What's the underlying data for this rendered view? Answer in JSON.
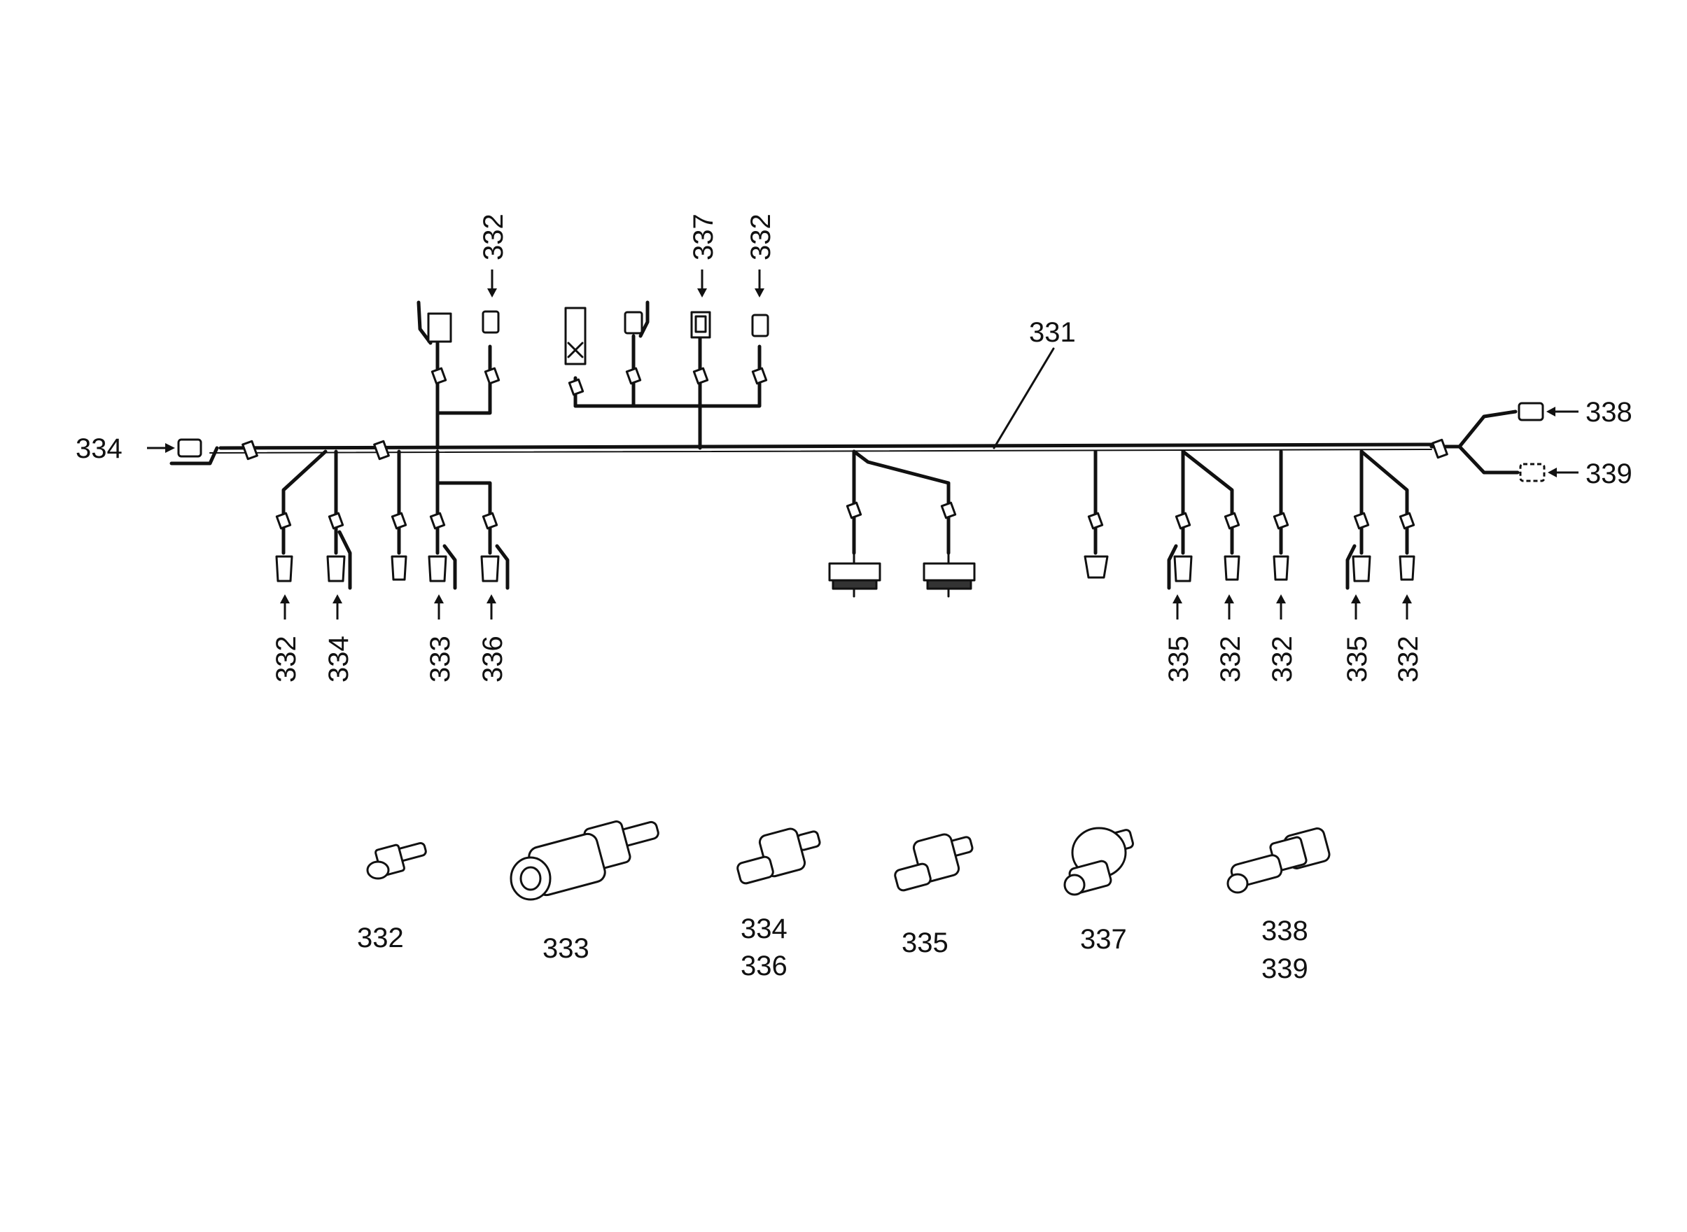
{
  "harness": {
    "main": "331",
    "top": [
      {
        "key": "t1",
        "label": "332"
      },
      {
        "key": "t2",
        "label": "337"
      },
      {
        "key": "t3",
        "label": "332"
      }
    ],
    "left": {
      "label": "334"
    },
    "right": [
      {
        "key": "r1",
        "label": "338"
      },
      {
        "key": "r2",
        "label": "339"
      }
    ],
    "bottom": [
      {
        "key": "b1",
        "label": "332"
      },
      {
        "key": "b2",
        "label": "334"
      },
      {
        "key": "b3",
        "label": "333"
      },
      {
        "key": "b4",
        "label": "336"
      },
      {
        "key": "b5",
        "label": "335"
      },
      {
        "key": "b6",
        "label": "332"
      },
      {
        "key": "b7",
        "label": "332"
      },
      {
        "key": "b8",
        "label": "335"
      },
      {
        "key": "b9",
        "label": "332"
      }
    ]
  },
  "parts": [
    {
      "key": "p332",
      "lines": [
        "332"
      ],
      "icon": "temperature-sender-icon"
    },
    {
      "key": "p333",
      "lines": [
        "333"
      ],
      "icon": "pressure-switch-large-icon"
    },
    {
      "key": "p334",
      "lines": [
        "334",
        "336"
      ],
      "icon": "pressure-switch-icon"
    },
    {
      "key": "p335",
      "lines": [
        "335"
      ],
      "icon": "pressure-switch-icon"
    },
    {
      "key": "p337",
      "lines": [
        "337"
      ],
      "icon": "pressure-sender-icon"
    },
    {
      "key": "p338",
      "lines": [
        "338",
        "339"
      ],
      "icon": "speed-sensor-icon"
    }
  ],
  "colors": {
    "ink": "#111111",
    "paper": "#ffffff"
  }
}
